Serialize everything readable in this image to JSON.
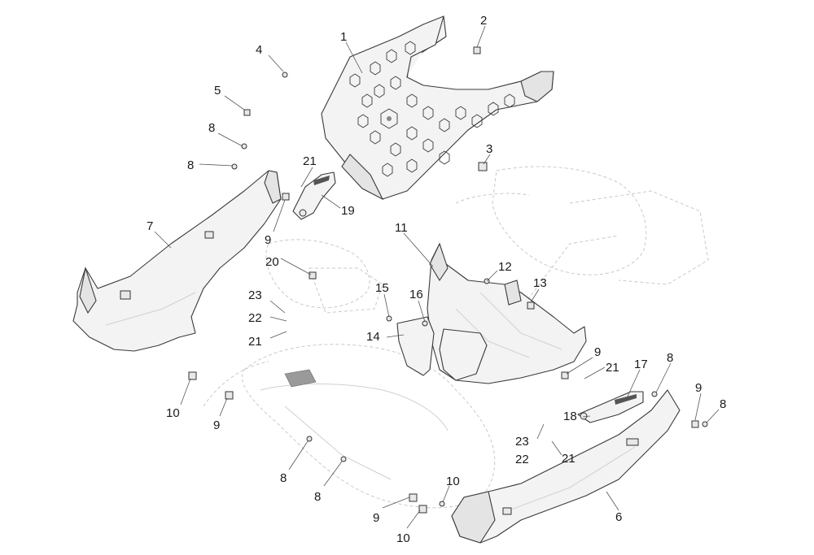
{
  "labels": {
    "l1": "1",
    "l2": "2",
    "l3": "3",
    "l4": "4",
    "l5": "5",
    "l6": "6",
    "l7": "7",
    "l8a": "8",
    "l8b": "8",
    "l8c": "8",
    "l8d": "8",
    "l8e": "8",
    "l8f": "8",
    "l9a": "9",
    "l9b": "9",
    "l9c": "9",
    "l9d": "9",
    "l9e": "9",
    "l10a": "10",
    "l10b": "10",
    "l10c": "10",
    "l11": "11",
    "l12": "12",
    "l13": "13",
    "l14": "14",
    "l15": "15",
    "l16": "16",
    "l17": "17",
    "l18": "18",
    "l19": "19",
    "l20": "20",
    "l21a": "21",
    "l21b": "21",
    "l21c": "21",
    "l21d": "21",
    "l22a": "22",
    "l22b": "22",
    "l23a": "23",
    "l23b": "23"
  }
}
